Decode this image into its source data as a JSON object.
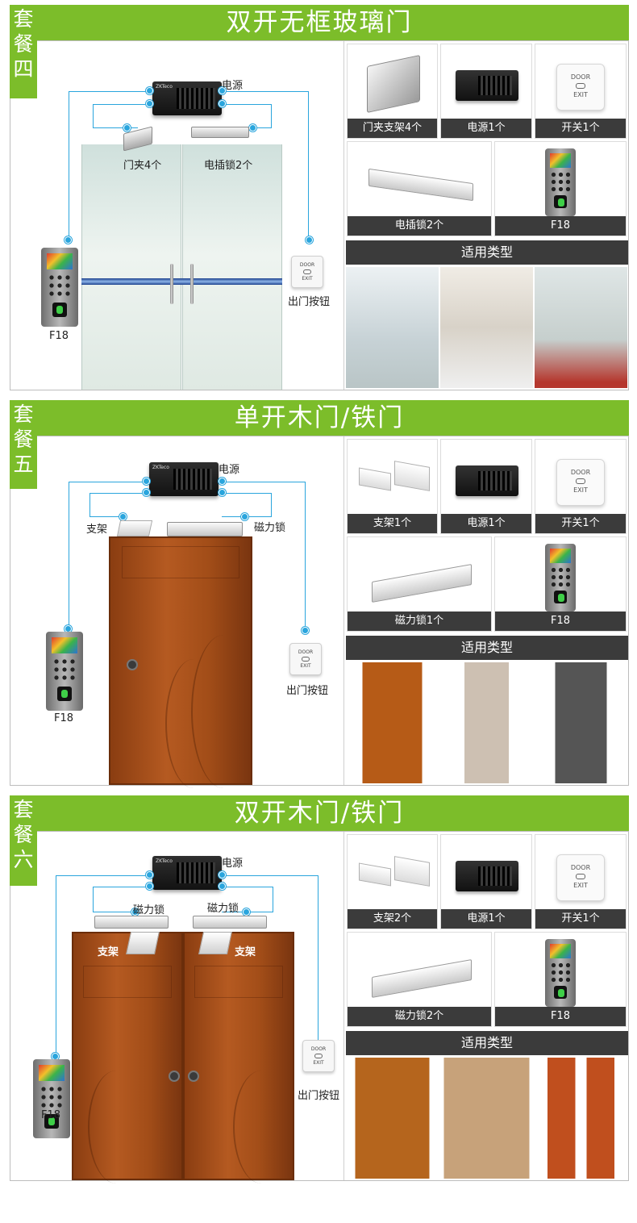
{
  "colors": {
    "header_green": "#7cbd2a",
    "caption_dark": "#3b3b3b",
    "wire_blue": "#2aa5dd"
  },
  "packages": [
    {
      "tag": [
        "套",
        "餐",
        "四"
      ],
      "title": "双开无框玻璃门",
      "diagram": {
        "power": "电源",
        "clamp": "门夹4个",
        "lock": "电插锁2个",
        "reader": "F18",
        "exit_button": "出门按钮"
      },
      "parts": [
        {
          "label": "门夹支架4个",
          "icon": "glass-clamp-icon"
        },
        {
          "label": "电源1个",
          "icon": "power-supply-icon"
        },
        {
          "label": "开关1个",
          "icon": "exit-switch-icon"
        },
        {
          "label": "电插锁2个",
          "icon": "electric-bolt-lock-icon"
        },
        {
          "label": "F18",
          "icon": "fingerprint-reader-icon"
        }
      ],
      "applicable_title": "适用类型"
    },
    {
      "tag": [
        "套",
        "餐",
        "五"
      ],
      "title": "单开木门/铁门",
      "diagram": {
        "power": "电源",
        "bracket": "支架",
        "lock": "磁力锁",
        "reader": "F18",
        "exit_button": "出门按钮"
      },
      "parts": [
        {
          "label": "支架1个",
          "icon": "bracket-icon"
        },
        {
          "label": "电源1个",
          "icon": "power-supply-icon"
        },
        {
          "label": "开关1个",
          "icon": "exit-switch-icon"
        },
        {
          "label": "磁力锁1个",
          "icon": "magnetic-lock-icon"
        },
        {
          "label": "F18",
          "icon": "fingerprint-reader-icon"
        }
      ],
      "applicable_title": "适用类型"
    },
    {
      "tag": [
        "套",
        "餐",
        "六"
      ],
      "title": "双开木门/铁门",
      "diagram": {
        "power": "电源",
        "lock_left": "磁力锁",
        "lock_right": "磁力锁",
        "bracket_left": "支架",
        "bracket_right": "支架",
        "reader": "F18",
        "exit_button": "出门按钮"
      },
      "parts": [
        {
          "label": "支架2个",
          "icon": "bracket-icon"
        },
        {
          "label": "电源1个",
          "icon": "power-supply-icon"
        },
        {
          "label": "开关1个",
          "icon": "exit-switch-icon"
        },
        {
          "label": "磁力锁2个",
          "icon": "magnetic-lock-icon"
        },
        {
          "label": "F18",
          "icon": "fingerprint-reader-icon"
        }
      ],
      "applicable_title": "适用类型"
    }
  ],
  "device_marks": {
    "psu_brand": "ZKTeco",
    "exit_top": "DOOR",
    "exit_bottom": "EXIT"
  }
}
